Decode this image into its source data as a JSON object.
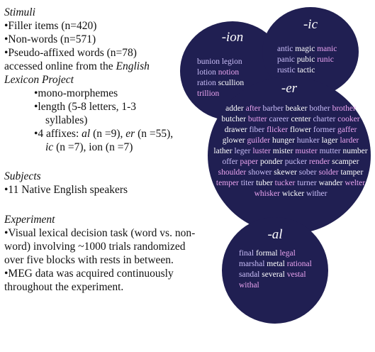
{
  "left": {
    "stimuli_heading": "Stimuli",
    "filler": "•Filler items (n=420)",
    "nonwords": "•Non-words (n=571)",
    "pseudo1": "•Pseudo-affixed words (n=78)",
    "pseudo2a": "accessed online from the ",
    "pseudo2b": "English",
    "pseudo3": "Lexicon Project",
    "mono": "•mono-morphemes",
    "length1": "•length (5-8 letters, 1-3",
    "length2": "syllables)",
    "affixes1": "•4 affixes: ",
    "affix_al": "al",
    "affixes1b": " (n =9), ",
    "affix_er": "er",
    "affixes1c": " (n =55),",
    "affixes2a": "ic",
    "affixes2b": " (n =7), ion (n =7)",
    "subjects_heading": "Subjects",
    "subjects": "•11 Native English speakers",
    "experiment_heading": "Experiment",
    "exp1": "•Visual lexical decision task (word vs. non-",
    "exp2": "word) involving ~1000 trials randomized",
    "exp3": "over five blocks with rests in between.",
    "exp4": "•MEG data was acquired continuously",
    "exp5": "throughout the experiment."
  },
  "colors": {
    "circle": "#201f52",
    "light": "#c9bdf7",
    "pink": "#e9a3ef",
    "white": "#ffffff"
  },
  "ion": {
    "title": "-ion",
    "rows": [
      [
        {
          "t": "bunion",
          "c": "light"
        },
        {
          "t": "legion",
          "c": "light"
        }
      ],
      [
        {
          "t": "lotion",
          "c": "light"
        },
        {
          "t": "notion",
          "c": "pink"
        }
      ],
      [
        {
          "t": "ration",
          "c": "light"
        },
        {
          "t": "scullion",
          "c": "white"
        }
      ],
      [
        {
          "t": "trillion",
          "c": "pink"
        }
      ]
    ]
  },
  "ic": {
    "title": "-ic",
    "rows": [
      [
        {
          "t": "antic",
          "c": "light"
        },
        {
          "t": "magic",
          "c": "white"
        },
        {
          "t": "manic",
          "c": "pink"
        }
      ],
      [
        {
          "t": "panic",
          "c": "light"
        },
        {
          "t": "pubic",
          "c": "white"
        },
        {
          "t": "runic",
          "c": "pink"
        }
      ],
      [
        {
          "t": "rustic",
          "c": "light"
        },
        {
          "t": "tactic",
          "c": "white"
        }
      ]
    ]
  },
  "er": {
    "title": "-er",
    "rows": [
      [
        {
          "t": "adder",
          "c": "white"
        },
        {
          "t": "after",
          "c": "pink"
        },
        {
          "t": "barber",
          "c": "light"
        },
        {
          "t": "beaker",
          "c": "white"
        },
        {
          "t": "bother",
          "c": "light"
        },
        {
          "t": "brother",
          "c": "pink"
        }
      ],
      [
        {
          "t": "butcher",
          "c": "white"
        },
        {
          "t": "butter",
          "c": "pink"
        },
        {
          "t": "career",
          "c": "light"
        },
        {
          "t": "center",
          "c": "white"
        },
        {
          "t": "charter",
          "c": "light"
        },
        {
          "t": "cooker",
          "c": "pink"
        }
      ],
      [
        {
          "t": "drawer",
          "c": "white"
        },
        {
          "t": "fiber",
          "c": "light"
        },
        {
          "t": "flicker",
          "c": "pink"
        },
        {
          "t": "flower",
          "c": "white"
        },
        {
          "t": "former",
          "c": "light"
        },
        {
          "t": "gaffer",
          "c": "pink"
        }
      ],
      [
        {
          "t": "glower",
          "c": "white"
        },
        {
          "t": "guilder",
          "c": "pink"
        },
        {
          "t": "hunger",
          "c": "white"
        },
        {
          "t": "hunker",
          "c": "light"
        },
        {
          "t": "lager",
          "c": "white"
        },
        {
          "t": "larder",
          "c": "pink"
        }
      ],
      [
        {
          "t": "lather",
          "c": "white"
        },
        {
          "t": "leger",
          "c": "light"
        },
        {
          "t": "luster",
          "c": "pink"
        },
        {
          "t": "mister",
          "c": "white"
        },
        {
          "t": "muster",
          "c": "pink"
        },
        {
          "t": "mutter",
          "c": "light"
        },
        {
          "t": "number",
          "c": "white"
        }
      ],
      [
        {
          "t": "offer",
          "c": "light"
        },
        {
          "t": "paper",
          "c": "pink"
        },
        {
          "t": "ponder",
          "c": "white"
        },
        {
          "t": "pucker",
          "c": "light"
        },
        {
          "t": "render",
          "c": "pink"
        },
        {
          "t": "scamper",
          "c": "white"
        }
      ],
      [
        {
          "t": "shoulder",
          "c": "pink"
        },
        {
          "t": "shower",
          "c": "light"
        },
        {
          "t": "skewer",
          "c": "white"
        },
        {
          "t": "sober",
          "c": "light"
        },
        {
          "t": "solder",
          "c": "pink"
        },
        {
          "t": "tamper",
          "c": "white"
        }
      ],
      [
        {
          "t": "temper",
          "c": "pink"
        },
        {
          "t": "titer",
          "c": "light"
        },
        {
          "t": "tuber",
          "c": "white"
        },
        {
          "t": "tucker",
          "c": "pink"
        },
        {
          "t": "turner",
          "c": "light"
        },
        {
          "t": "wander",
          "c": "white"
        },
        {
          "t": "welter",
          "c": "pink"
        }
      ],
      [
        {
          "t": "whisker",
          "c": "pink"
        },
        {
          "t": "wicker",
          "c": "white"
        },
        {
          "t": "wither",
          "c": "light"
        }
      ]
    ]
  },
  "al": {
    "title": "-al",
    "rows": [
      [
        {
          "t": "final",
          "c": "light"
        },
        {
          "t": "formal",
          "c": "white"
        },
        {
          "t": "legal",
          "c": "pink"
        }
      ],
      [
        {
          "t": "marshal",
          "c": "light"
        },
        {
          "t": "metal",
          "c": "white"
        },
        {
          "t": "rational",
          "c": "pink"
        }
      ],
      [
        {
          "t": "sandal",
          "c": "light"
        },
        {
          "t": "several",
          "c": "white"
        },
        {
          "t": "vestal",
          "c": "pink"
        }
      ],
      [
        {
          "t": "withal",
          "c": "pink"
        }
      ]
    ]
  }
}
